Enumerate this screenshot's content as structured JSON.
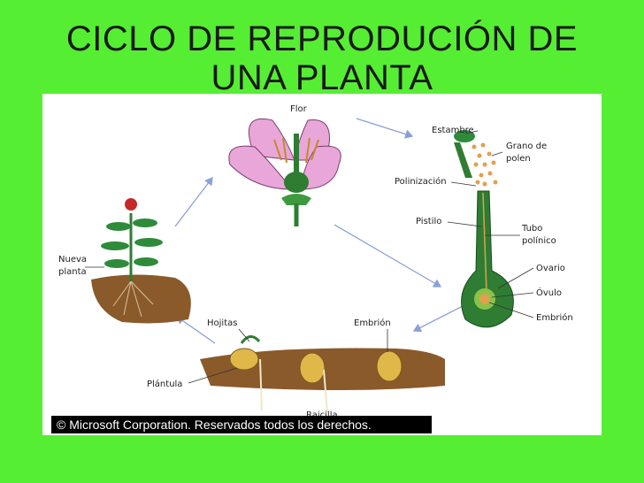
{
  "title_line1": "CICLO DE REPRODUCIÓN DE",
  "title_line2": "UNA PLANTA",
  "labels": {
    "flor": "Flor",
    "estambre": "Estambre",
    "grano_de": "Grano de",
    "polen": "polen",
    "polinizacion": "Polinización",
    "pistilo": "Pistilo",
    "tubo": "Tubo",
    "polinico": "polínico",
    "ovario": "Ovario",
    "ovulo": "Óvulo",
    "embrion_right": "Embrión",
    "embrion_bottom": "Embrión",
    "nueva": "Nueva",
    "planta": "planta",
    "hojitas": "Hojitas",
    "plantula": "Plántula",
    "raicilla": "Raicilla"
  },
  "copyright": "© Microsoft Corporation. Reservados todos los derechos.",
  "colors": {
    "background": "#55ee33",
    "soil": "#8a5a2b",
    "stem": "#2e7d32",
    "petal": "#e8a7d8",
    "arrow": "#8aa0d8"
  }
}
